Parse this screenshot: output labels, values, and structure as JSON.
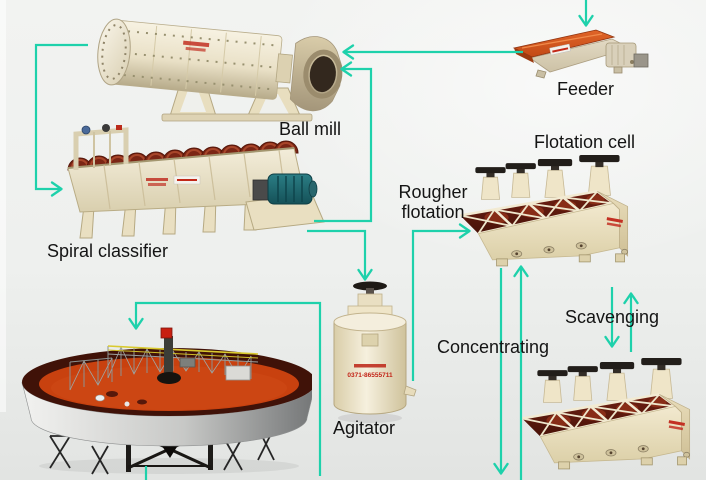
{
  "diagram": {
    "labels": {
      "ball_mill": "Ball mill",
      "spiral_classifier": "Spiral classifier",
      "feeder": "Feeder",
      "flotation_cell": "Flotation cell",
      "rougher_flotation": "Rougher flotation",
      "agitator": "Agitator",
      "concentrating": "Concentrating",
      "scavenging": "Scavenging"
    },
    "equipment_marks": {
      "agitator_phone": "0371-86555711"
    },
    "colors": {
      "arrow": "#1ed1ab",
      "label_text": "#141414",
      "machine_cream": "#ece3c9",
      "cell_maroon": "#5c160c",
      "feeder_orange": "#d2521c",
      "thickener_red": "#c8410f"
    },
    "flows": [
      {
        "name": "feed-in",
        "from": "top",
        "to": "feeder"
      },
      {
        "name": "feeder-to-ball-mill",
        "from": "feeder",
        "to": "ball-mill"
      },
      {
        "name": "ball-mill-to-spiral-classifier",
        "from": "ball-mill",
        "to": "spiral-classifier"
      },
      {
        "name": "classifier-return-to-ball-mill",
        "from": "spiral-classifier",
        "to": "ball-mill"
      },
      {
        "name": "classifier-to-agitator",
        "from": "spiral-classifier",
        "to": "agitator"
      },
      {
        "name": "agitator-to-rougher-flotation",
        "from": "agitator",
        "to": "flotation-cell"
      },
      {
        "name": "concentrating-down",
        "from": "flotation-cell",
        "to": "bottom"
      },
      {
        "name": "concentrating-up",
        "from": "bottom",
        "to": "flotation-cell"
      },
      {
        "name": "scavenging-down",
        "from": "flotation-cell",
        "to": "scavenger-cell"
      },
      {
        "name": "scavenging-up",
        "from": "scavenger-cell",
        "to": "flotation-cell"
      },
      {
        "name": "to-thickener",
        "from": "bottom",
        "to": "thickener"
      },
      {
        "name": "thickener-underflow",
        "from": "thickener",
        "to": "bottom"
      }
    ]
  }
}
